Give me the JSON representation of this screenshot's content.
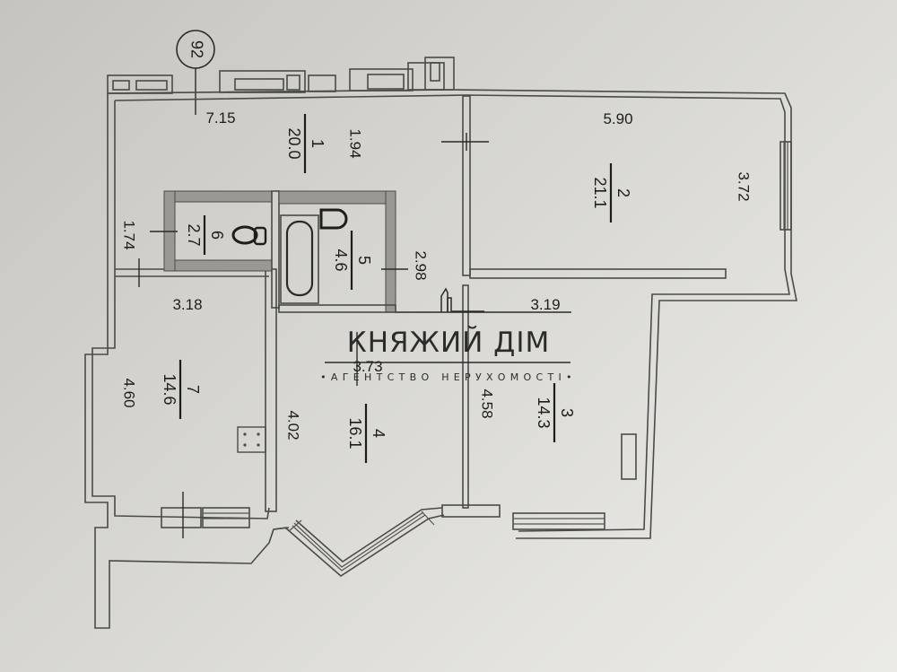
{
  "plan": {
    "unit_marker": "92",
    "rooms": [
      {
        "id": "1",
        "number": "1",
        "area": "20.0",
        "dims": [
          "7.15",
          "1.94"
        ]
      },
      {
        "id": "2",
        "number": "2",
        "area": "21.1",
        "dims": [
          "5.90",
          "3.72"
        ]
      },
      {
        "id": "3",
        "number": "3",
        "area": "14.3",
        "dims": [
          "3.19",
          "4.58"
        ]
      },
      {
        "id": "4",
        "number": "4",
        "area": "16.1",
        "dims": [
          "3.73",
          "4.02"
        ]
      },
      {
        "id": "5",
        "number": "5",
        "area": "4.6",
        "dims": [
          "2.98"
        ]
      },
      {
        "id": "6",
        "number": "6",
        "area": "2.7",
        "dims": [
          "1.74"
        ]
      },
      {
        "id": "7",
        "number": "7",
        "area": "14.6",
        "dims": [
          "3.18",
          "4.60"
        ]
      }
    ],
    "fixtures": [
      "bathtub",
      "toilet",
      "sink",
      "stove"
    ]
  },
  "watermark": {
    "title": "КНЯЖИЙ ДІМ",
    "subtitle": "•АГЕНТСТВО НЕРУХОМОСТІ•"
  },
  "colors": {
    "background": "#d6d5d0",
    "lines": "#4a4a48",
    "text": "#1d1d1b"
  }
}
